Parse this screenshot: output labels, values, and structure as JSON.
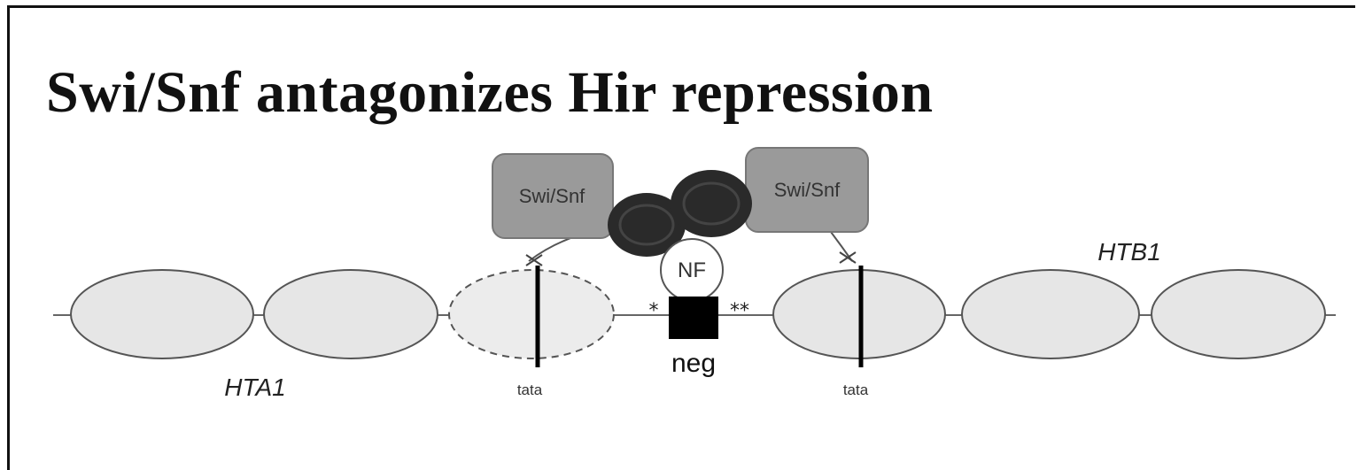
{
  "title": "Swi/Snf antagonizes Hir repression",
  "complexes": {
    "left": "Swi/Snf",
    "right": "Swi/Snf",
    "factor": "NF"
  },
  "elements": {
    "neg": "neg",
    "tata_left": "tata",
    "tata_right": "tata",
    "stars_left": "*",
    "stars_right": "**"
  },
  "genes": {
    "left": "HTA1",
    "right": "HTB1"
  },
  "colors": {
    "nucleosome_fill": "#e6e6e6",
    "nucleosome_stroke": "#555555",
    "swisnf_fill": "#9a9a9a",
    "histone_dark": "#2a2a2a",
    "neg_box": "#000000"
  }
}
